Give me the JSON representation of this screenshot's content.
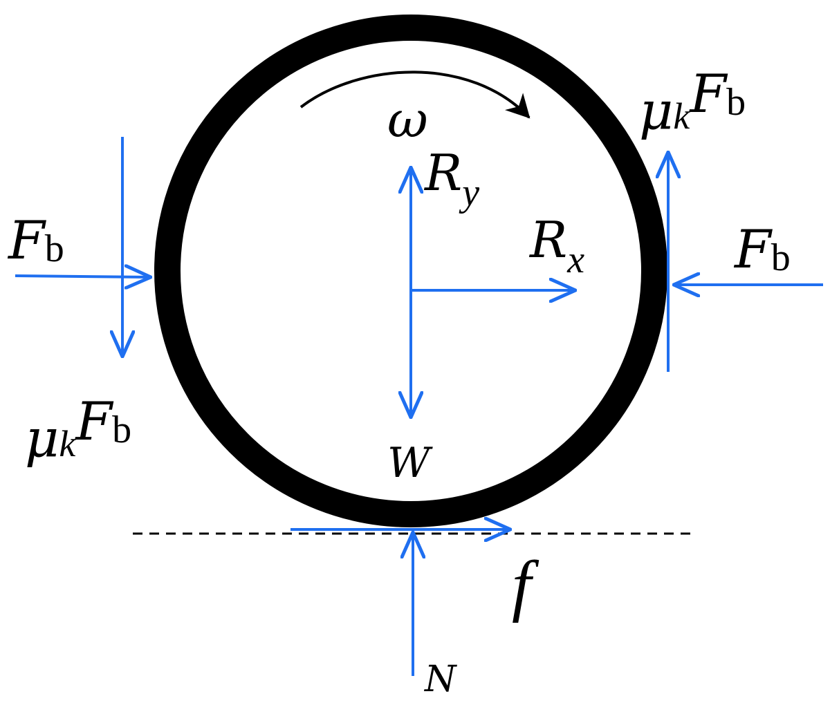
{
  "colors": {
    "force": "#1f6ff0",
    "wheel": "#000000",
    "rotation_arrow": "#000000",
    "ground_line": "#000000"
  },
  "labels": {
    "omega": "ω",
    "ry_main": "R",
    "ry_sub": "y",
    "rx_main": "R",
    "rx_sub": "x",
    "w": "W",
    "n": "N",
    "f": "f",
    "fb_left_main": "F",
    "fb_left_sub": "b",
    "fb_right_main": "F",
    "fb_right_sub": "b",
    "mu_left_mu": "μ",
    "mu_left_k": "k",
    "mu_left_F": "F",
    "mu_left_b": "b",
    "mu_right_mu": "μ",
    "mu_right_k": "k",
    "mu_right_F": "F",
    "mu_right_b": "b"
  }
}
